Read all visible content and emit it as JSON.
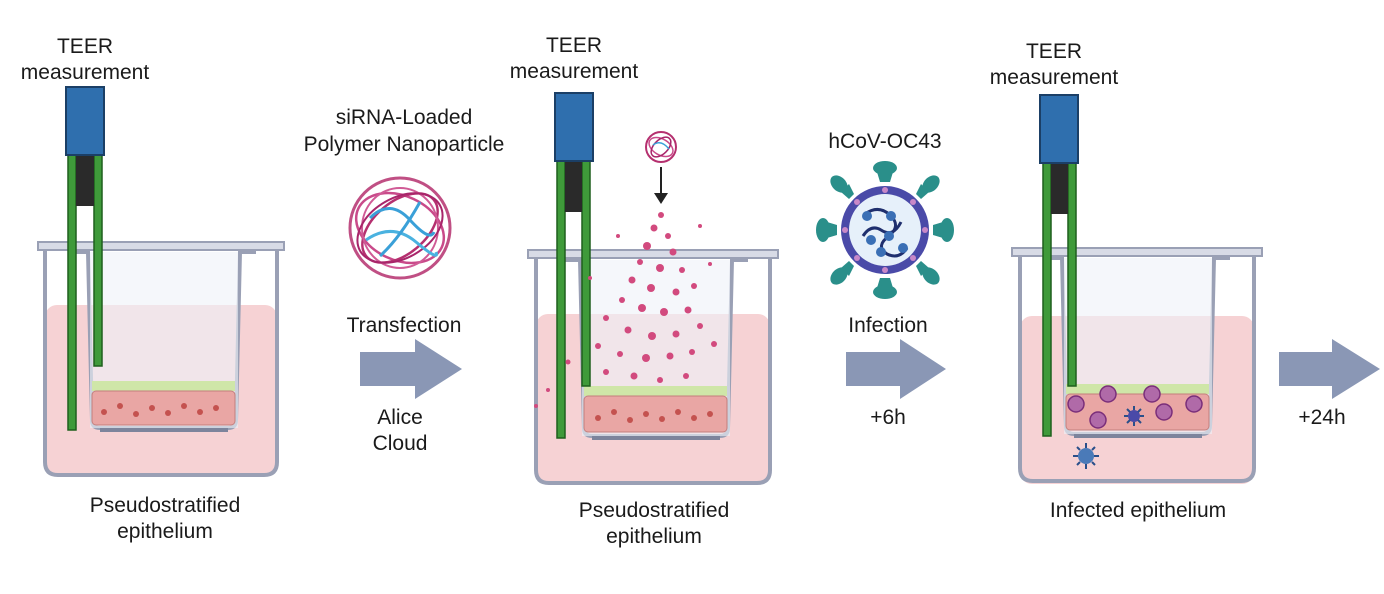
{
  "panels": [
    {
      "teer_line1": "TEER",
      "teer_line2": "measurement",
      "caption_line1": "Pseudostratified",
      "caption_line2": "epithelium"
    },
    {
      "teer_line1": "TEER",
      "teer_line2": "measurement",
      "caption_line1": "Pseudostratified",
      "caption_line2": "epithelium"
    },
    {
      "teer_line1": "TEER",
      "teer_line2": "measurement",
      "caption_line1": "Infected epithelium",
      "caption_line2": ""
    }
  ],
  "steps": [
    {
      "title_line1": "siRNA-Loaded",
      "title_line2": "Polymer Nanoparticle",
      "action": "Transfection",
      "note_line1": "Alice",
      "note_line2": "Cloud",
      "icon": "nanoparticle-icon"
    },
    {
      "title_line1": "hCoV-OC43",
      "title_line2": "",
      "action": "Infection",
      "note_line1": "+6h",
      "note_line2": "",
      "icon": "virus-icon"
    },
    {
      "title_line1": "",
      "title_line2": "",
      "action": "",
      "note_line1": "+24h",
      "note_line2": "",
      "icon": "arrow-icon"
    }
  ],
  "colors": {
    "probe_head": "#2f6fae",
    "probe_green": "#3f9a3a",
    "well_outline": "#9aa0b5",
    "medium": "#f6d2d4",
    "cells": "#e9a6a4",
    "arrow": "#8a97b5",
    "particle": "#b5306f",
    "virus_spike": "#2a8f8a",
    "virus_body": "#4a4aa8"
  }
}
